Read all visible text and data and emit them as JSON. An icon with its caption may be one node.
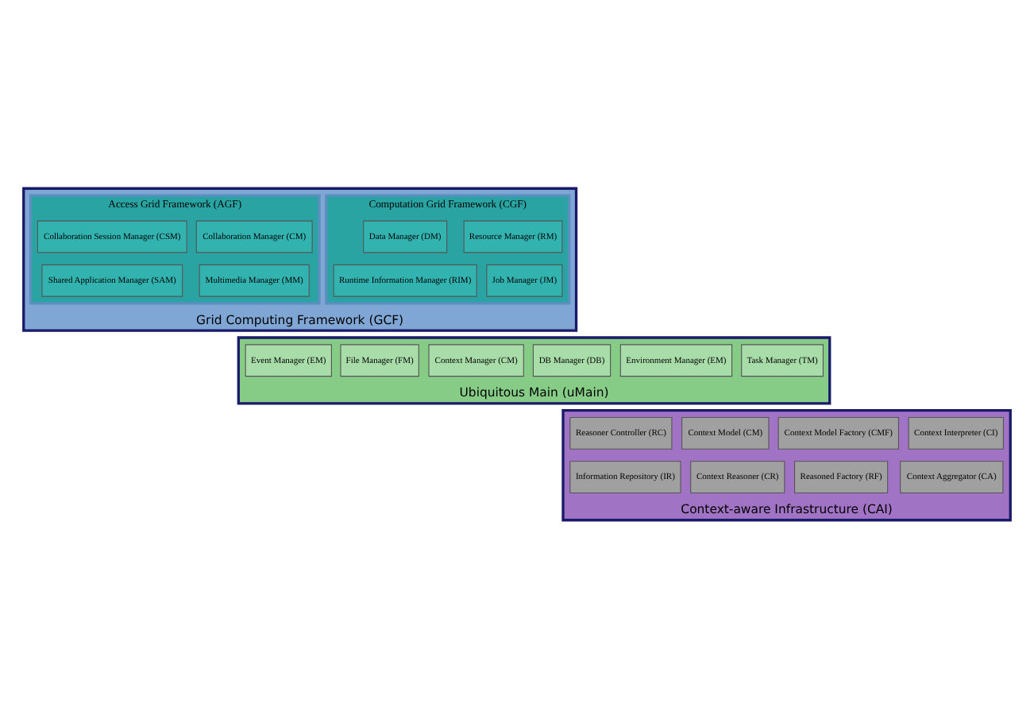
{
  "diagram": {
    "nodes": [
      {
        "text": [
          "Grid Computing Framework (GCF)"
        ]
      },
      {
        "text": [
          "Computation Grid Framework (CGF)"
        ],
        "in": 0
      },
      {
        "text": [
          "Resource Manager (RM)"
        ],
        "in": 1
      },
      {
        "text": [
          "Data Manager (DM)"
        ],
        "in": 1
      },
      {
        "text": [
          "Job Manager (JM)"
        ],
        "in": 1
      },
      {
        "text": [
          "Runtime Information Manager (RIM)"
        ],
        "in": 1
      },
      {
        "text": [
          "Access Grid Framework (AGF)"
        ],
        "in": 0
      },
      {
        "text": [
          "Collaboration Manager (CM)"
        ],
        "in": 6
      },
      {
        "text": [
          "Collaboration Session Manager (CSM)"
        ],
        "in": 6
      },
      {
        "text": [
          "Multimedia Manager (MM)"
        ],
        "in": 6
      },
      {
        "text": [
          "Shared Application Manager (SAM)"
        ],
        "in": 6
      },
      {
        "text": [
          "Ubiquitous Main (uMain)"
        ]
      },
      {
        "text": [
          "Task Manager (TM)"
        ],
        "in": 11
      },
      {
        "text": [
          "Environment Manager (EM)"
        ],
        "in": 11
      },
      {
        "text": [
          "DB Manager (DB)"
        ],
        "in": 11
      },
      {
        "text": [
          "Context Manager (CM)"
        ],
        "in": 11
      },
      {
        "text": [
          "File Manager (FM)"
        ],
        "in": 11
      },
      {
        "text": [
          "Event Manager (EM)"
        ],
        "in": 11
      },
      {
        "text": [
          "Context-aware Infrastructure (CAI)"
        ]
      },
      {
        "text": [
          "Context Interpreter (CI)"
        ],
        "in": 18
      },
      {
        "text": [
          "Context Model Factory (CMF)"
        ],
        "in": 18
      },
      {
        "text": [
          "Context Model (CM)"
        ],
        "in": 18
      },
      {
        "text": [
          "Reasoner Controller (RC)"
        ],
        "in": 18
      },
      {
        "text": [
          "Context Aggregator (CA)"
        ],
        "in": 18
      },
      {
        "text": [
          "Reasoned Factory (RF)"
        ],
        "in": 18
      },
      {
        "text": [
          "Context Reasoner (CR)"
        ],
        "in": 18
      },
      {
        "text": [
          "Information Repository (IR)"
        ],
        "in": 18
      }
    ],
    "edges": []
  }
}
